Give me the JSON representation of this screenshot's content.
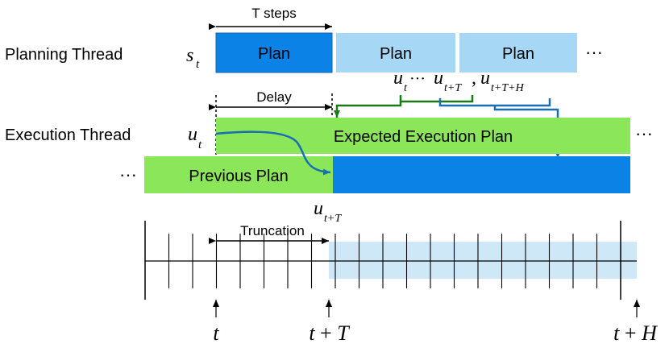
{
  "labels": {
    "planning_thread": "Planning Thread",
    "execution_thread": "Execution Thread",
    "t_steps": "T steps",
    "delay": "Delay",
    "truncation": "Truncation",
    "plan": "Plan",
    "expected_execution_plan": "Expected Execution Plan",
    "previous_plan": "Previous Plan",
    "ellipsis": "···"
  },
  "math": {
    "s": "s",
    "s_sub": "t",
    "u": "u",
    "u_sub": "t",
    "u_tT": "u",
    "u_tT_sub": "t+T",
    "seq_u1": "u",
    "seq_u1_sub": "t",
    "seq_dots": "···",
    "seq_u2": "u",
    "seq_u2_sub": "t+T",
    "seq_comma": ",",
    "seq_u3": "u",
    "seq_u3_sub": "t+T+H",
    "t": "t",
    "tT_t": "t",
    "tT_plus": " + ",
    "tT_T": "T",
    "tH_t": "t",
    "tH_plus": " + ",
    "tH_H": "H"
  },
  "colors": {
    "plan_dark": "#0a82e6",
    "plan_light": "#a6d8f5",
    "execution_green": "#8ce65a",
    "future_blue": "#0a82e6",
    "horizon_band": "#cfe8f8",
    "arrow_green": "#1a7a1a",
    "arrow_blue": "#1a6fb3"
  }
}
